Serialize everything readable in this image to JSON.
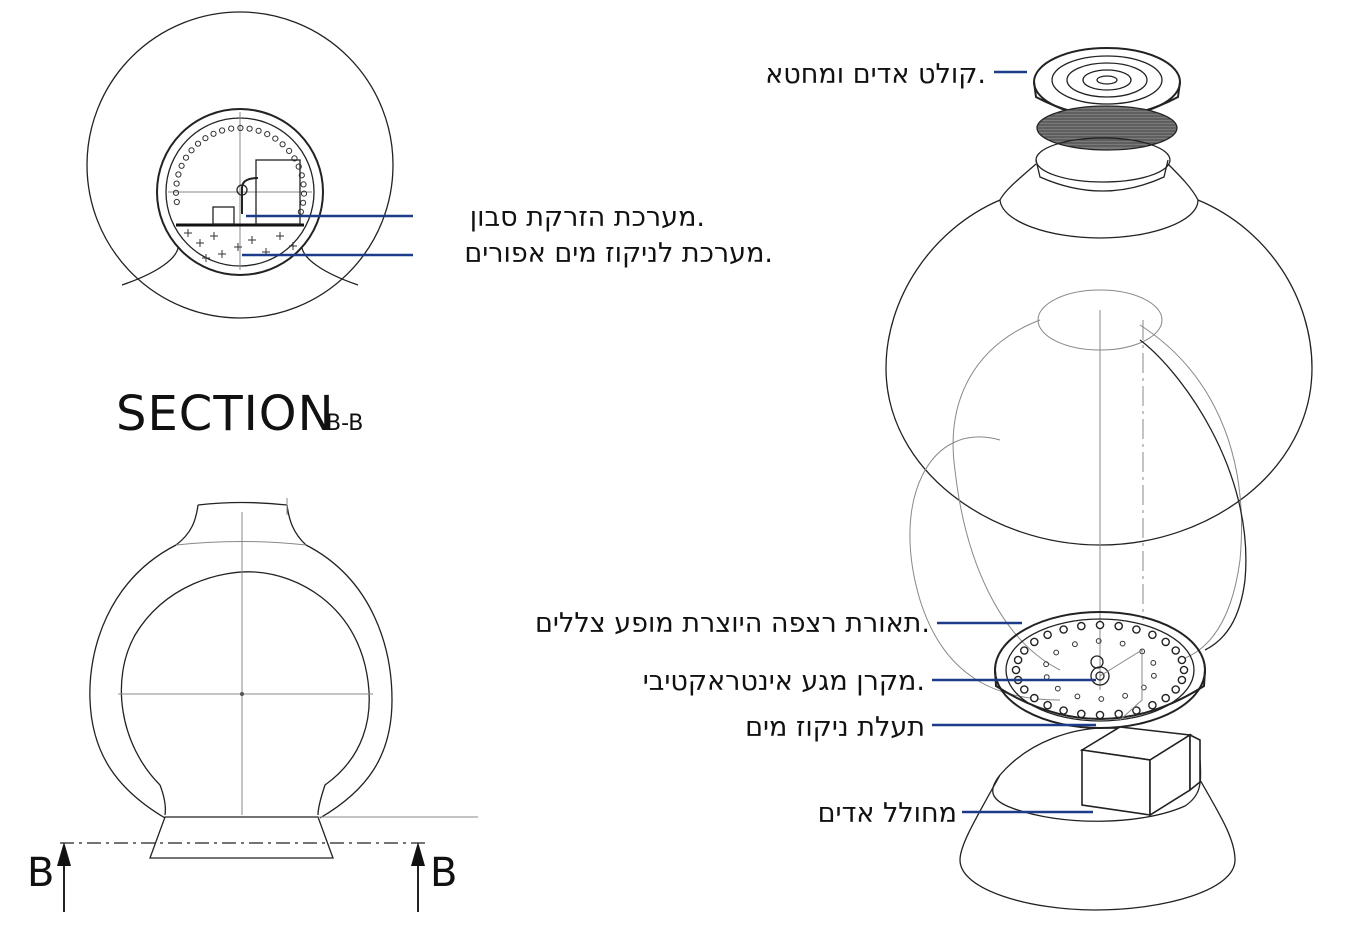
{
  "section_view": {
    "title": "SECTION",
    "suffix": "B-B",
    "label_soap": "מערכת הזרקת סבון.",
    "label_water": "מערכת לניקוז מים אפורים."
  },
  "elevation_view": {
    "marker_left": "B",
    "marker_right": "B"
  },
  "exploded_view": {
    "labels": [
      "קולט אדים ומחטא.",
      "תאורת רצפה היוצרת מופע צללים.",
      "מקרן מגע אינטראקטיבי.",
      "תעלת ניקוז מים",
      "מחולל אדים"
    ]
  },
  "colors": {
    "leader": "#1e3a8a",
    "ink": "#222222"
  }
}
